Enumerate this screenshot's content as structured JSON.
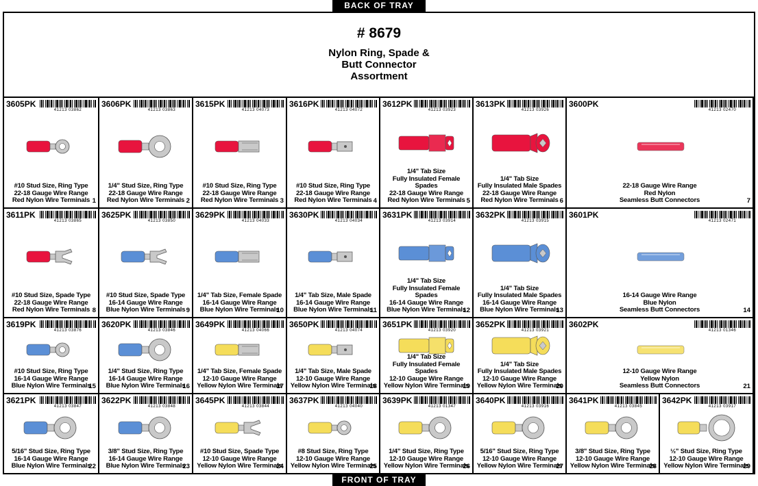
{
  "tray": {
    "back_label": "BACK OF TRAY",
    "front_label": "FRONT OF TRAY"
  },
  "header": {
    "number": "# 8679",
    "title_lines": [
      "Nylon Ring, Spade &",
      "Butt Connector",
      "Assortment"
    ]
  },
  "colors": {
    "red": "#e8143e",
    "blue": "#5b8fd6",
    "yellow": "#f5dd5a",
    "metal": "#c9c9c9"
  },
  "cells": [
    {
      "part": "3605PK",
      "barcode": "41213 03862",
      "type": "ring-small",
      "color": "red",
      "lines": [
        "#10 Stud Size, Ring Type",
        "22-18 Gauge Wire Range",
        "Red Nylon Wire Terminals"
      ],
      "pos": "1"
    },
    {
      "part": "3606PK",
      "barcode": "41213 03863",
      "type": "ring-large",
      "color": "red",
      "lines": [
        "1/4\" Stud Size, Ring Type",
        "22-18 Gauge Wire Range",
        "Red Nylon Wire Terminals"
      ],
      "pos": "2"
    },
    {
      "part": "3615PK",
      "barcode": "41213 04073",
      "type": "female",
      "color": "red",
      "lines": [
        "#10 Stud Size, Ring Type",
        "22-18 Gauge Wire Range",
        "Red Nylon Wire Terminals"
      ],
      "pos": "3"
    },
    {
      "part": "3616PK",
      "barcode": "41213 04072",
      "type": "male",
      "color": "red",
      "lines": [
        "#10 Stud Size, Ring Type",
        "22-18 Gauge Wire Range",
        "Red Nylon Wire Terminals"
      ],
      "pos": "4"
    },
    {
      "part": "3612PK",
      "barcode": "41213 03923",
      "type": "fi-female",
      "color": "red",
      "lines": [
        "1/4\" Tab Size",
        "Fully Insulated Female Spades",
        "22-18 Gauge Wire Range",
        "Red Nylon Wire Terminals"
      ],
      "pos": "5"
    },
    {
      "part": "3613PK",
      "barcode": "41213 03926",
      "type": "fi-male",
      "color": "red",
      "lines": [
        "1/4\" Tab Size",
        "Fully Insulated Male Spades",
        "22-18 Gauge Wire Range",
        "Red Nylon Wire Terminals"
      ],
      "pos": "6"
    },
    {
      "part": "3600PK",
      "barcode": "41213 02470",
      "type": "butt",
      "color": "red",
      "lines": [
        "22-18 Gauge Wire Range",
        "Red Nylon",
        "Seamless Butt Connectors"
      ],
      "pos": "7"
    },
    {
      "part": "3611PK",
      "barcode": "41213 03865",
      "type": "spade",
      "color": "red",
      "lines": [
        "#10 Stud Size, Spade Type",
        "22-18 Gauge Wire Range",
        "Red Nylon Wire Terminals"
      ],
      "pos": "8"
    },
    {
      "part": "3625PK",
      "barcode": "41213 03850",
      "type": "spade",
      "color": "blue",
      "lines": [
        "#10 Stud Size, Spade Type",
        "16-14 Gauge Wire Range",
        "Blue Nylon Wire Terminals"
      ],
      "pos": "9"
    },
    {
      "part": "3629PK",
      "barcode": "41213 04033",
      "type": "female",
      "color": "blue",
      "lines": [
        "1/4\" Tab Size, Female Spade",
        "16-14 Gauge Wire Range",
        "Blue Nylon Wire Terminals"
      ],
      "pos": "10"
    },
    {
      "part": "3630PK",
      "barcode": "41213 04034",
      "type": "male",
      "color": "blue",
      "lines": [
        "1/4\" Tab Size, Male Spade",
        "16-14 Gauge Wire Range",
        "Blue Nylon Wire Terminals"
      ],
      "pos": "11"
    },
    {
      "part": "3631PK",
      "barcode": "41213 03914",
      "type": "fi-female",
      "color": "blue",
      "lines": [
        "1/4\" Tab Size",
        "Fully Insulated Female Spades",
        "16-14 Gauge Wire Range",
        "Blue Nylon Wire Terminals"
      ],
      "pos": "12"
    },
    {
      "part": "3632PK",
      "barcode": "41213 03915",
      "type": "fi-male",
      "color": "blue",
      "lines": [
        "1/4\" Tab Size",
        "Fully Insulated Male Spades",
        "16-14 Gauge Wire Range",
        "Blue Nylon Wire Terminals"
      ],
      "pos": "13"
    },
    {
      "part": "3601PK",
      "barcode": "41213 02471",
      "type": "butt",
      "color": "blue",
      "lines": [
        "16-14 Gauge Wire Range",
        "Blue Nylon",
        "Seamless Butt Connectors"
      ],
      "pos": "14"
    },
    {
      "part": "3619PK",
      "barcode": "41213 03876",
      "type": "ring-small",
      "color": "blue",
      "lines": [
        "#10 Stud Size, Ring Type",
        "16-14 Gauge Wire Range",
        "Blue Nylon Wire Terminals"
      ],
      "pos": "15"
    },
    {
      "part": "3620PK",
      "barcode": "41213 03846",
      "type": "ring-large",
      "color": "blue",
      "lines": [
        "1/4\" Stud Size, Ring Type",
        "16-14 Gauge Wire Range",
        "Blue Nylon Wire Terminals"
      ],
      "pos": "16"
    },
    {
      "part": "3649PK",
      "barcode": "41213 04066",
      "type": "female",
      "color": "yellow",
      "lines": [
        "1/4\" Tab Size, Female Spade",
        "12-10 Gauge Wire Range",
        "Yellow Nylon Wire Terminals"
      ],
      "pos": "17"
    },
    {
      "part": "3650PK",
      "barcode": "41213 04074",
      "type": "male",
      "color": "yellow",
      "lines": [
        "1/4\" Tab Size, Male Spade",
        "12-10 Gauge Wire Range",
        "Yellow Nylon Wire Terminals"
      ],
      "pos": "18"
    },
    {
      "part": "3651PK",
      "barcode": "41213 03920",
      "type": "fi-female",
      "color": "yellow",
      "lines": [
        "1/4\" Tab Size",
        "Fully Insulated Female Spades",
        "12-10 Gauge Wire Range",
        "Yellow Nylon Wire Terminals"
      ],
      "pos": "19"
    },
    {
      "part": "3652PK",
      "barcode": "41213 03921",
      "type": "fi-male",
      "color": "yellow",
      "lines": [
        "1/4\" Tab Size",
        "Fully Insulated Male Spades",
        "12-10 Gauge Wire Range",
        "Yellow Nylon Wire Terminals"
      ],
      "pos": "20"
    },
    {
      "part": "3602PK",
      "barcode": "41213 01346",
      "type": "butt",
      "color": "yellow",
      "lines": [
        "12-10 Gauge Wire Range",
        "Yellow Nylon",
        "Seamless Butt Connectors"
      ],
      "pos": "21"
    },
    {
      "part": "3621PK",
      "barcode": "41213 03847",
      "type": "ring-large",
      "color": "blue",
      "lines": [
        "5/16\" Stud Size, Ring Type",
        "16-14 Gauge Wire Range",
        "Blue Nylon Wire Terminals"
      ],
      "pos": "22"
    },
    {
      "part": "3622PK",
      "barcode": "41213 03848",
      "type": "ring-large",
      "color": "blue",
      "lines": [
        "3/8\" Stud Size, Ring Type",
        "16-14 Gauge Wire Range",
        "Blue Nylon Wire Terminals"
      ],
      "pos": "23"
    },
    {
      "part": "3645PK",
      "barcode": "41213 03844",
      "type": "spade",
      "color": "yellow",
      "lines": [
        "#10 Stud Size, Spade Type",
        "12-10 Gauge Wire Range",
        "Yellow Nylon Wire Terminals"
      ],
      "pos": "24"
    },
    {
      "part": "3637PK",
      "barcode": "41213 04040",
      "type": "ring-small",
      "color": "yellow",
      "lines": [
        "#8 Stud Size, Ring Type",
        "12-10 Gauge Wire Range",
        "Yellow Nylon Wire Terminals"
      ],
      "pos": "25"
    },
    {
      "part": "3639PK",
      "barcode": "41213 01347",
      "type": "ring-large",
      "color": "yellow",
      "lines": [
        "1/4\" Stud Size, Ring Type",
        "12-10 Gauge Wire Range",
        "Yellow Nylon Wire Terminals"
      ],
      "pos": "26"
    },
    {
      "part": "3640PK",
      "barcode": "41213 03916",
      "type": "ring-large",
      "color": "yellow",
      "lines": [
        "5/16\" Stud Size, Ring Type",
        "12-10 Gauge Wire Range",
        "Yellow Nylon Wire Terminals"
      ],
      "pos": "27"
    },
    {
      "part": "3641PK",
      "barcode": "41213 03845",
      "type": "ring-large",
      "color": "yellow",
      "lines": [
        "3/8\" Stud Size, Ring Type",
        "12-10 Gauge Wire Range",
        "Yellow Nylon Wire Terminals"
      ],
      "pos": "28"
    },
    {
      "part": "3642PK",
      "barcode": "41213 03917",
      "type": "ring-xl",
      "color": "yellow",
      "lines": [
        "½\" Stud Size, Ring Type",
        "12-10 Gauge Wire Range",
        "Yellow Nylon Wire Terminals"
      ],
      "pos": "29"
    }
  ]
}
